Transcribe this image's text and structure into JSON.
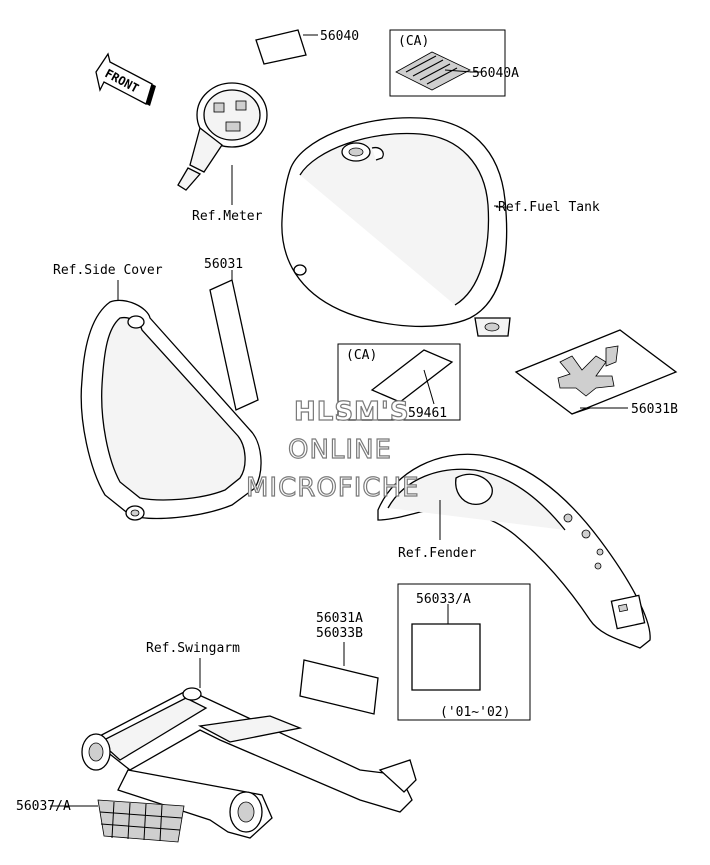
{
  "labels": {
    "l56040": "56040",
    "lca1": "(CA)",
    "l56040a": "56040A",
    "lfront": "FRONT",
    "lrefmeter": "Ref.Meter",
    "lreffuel": "Ref.Fuel Tank",
    "lrefside": "Ref.Side Cover",
    "l56031": "56031",
    "lca2": "(CA)",
    "l59461": "59461",
    "l56031b": "56031B",
    "lreffender": "Ref.Fender",
    "l56033a": "56033/A",
    "l56031a": "56031A",
    "l56033b": "56033B",
    "lyears": "('01~'02)",
    "lrefswing": "Ref.Swingarm",
    "l56037a": "56037/A"
  },
  "watermark": {
    "line1": "HLSM'S",
    "line2": "ONLINE",
    "line3": "MICROFICHE"
  },
  "colors": {
    "ink": "#000000",
    "watermark_outline": "#7a7a7a",
    "background": "#ffffff"
  }
}
